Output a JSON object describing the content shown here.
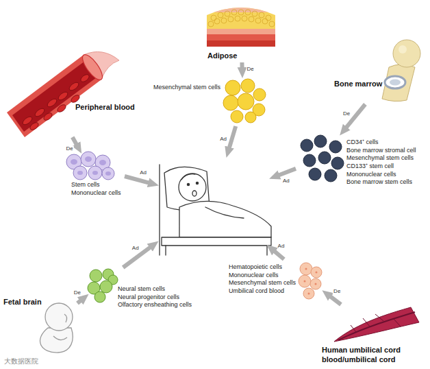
{
  "diagram": {
    "nodes": [
      {
        "text": [
          "Adipose"
        ]
      },
      {
        "text": [
          "Peripheral blood"
        ]
      },
      {
        "text": [
          "Bone marrow"
        ]
      },
      {
        "text": [
          "Mesenchymal stem cells"
        ]
      },
      {
        "text": [
          "Stem cells",
          "Mononuclear cells"
        ]
      },
      {
        "text": [
          "CD34⁺ cells",
          "Bone marrow stromal cell",
          "Mesenchymal stem cells",
          "CD133⁺ stem cell",
          "Mononuclear cells",
          "Bone marrow stem cells"
        ]
      },
      {
        "text": []
      },
      {
        "text": [
          "Neural stem cells",
          "Neural progenitor cells",
          "Olfactory ensheathing cells"
        ]
      },
      {
        "text": [
          "Hematopoietic cells",
          "Mononuclear cells",
          "Mesenchymal stem cells",
          "Umbilical cord blood"
        ]
      },
      {
        "text": [
          "Fetal brain"
        ]
      },
      {
        "text": [
          "Human umbilical cord blood/umbilical cord"
        ]
      }
    ],
    "edges": [
      {
        "from": 0,
        "to": 3,
        "label": "De",
        "arrow": "to"
      },
      {
        "from": 1,
        "to": 4,
        "label": "De",
        "arrow": "to"
      },
      {
        "from": 2,
        "to": 5,
        "label": "De",
        "arrow": "to"
      },
      {
        "from": 9,
        "to": 7,
        "label": "De",
        "arrow": "to"
      },
      {
        "from": 10,
        "to": 8,
        "label": "De",
        "arrow": "to"
      },
      {
        "from": 3,
        "to": 6,
        "label": "Ad",
        "arrow": "to"
      },
      {
        "from": 4,
        "to": 6,
        "label": "Ad",
        "arrow": "to"
      },
      {
        "from": 5,
        "to": 6,
        "label": "Ad",
        "arrow": "to"
      },
      {
        "from": 7,
        "to": 6,
        "label": "Ad",
        "arrow": "to"
      },
      {
        "from": 8,
        "to": 6,
        "label": "Ad",
        "arrow": "to"
      }
    ],
    "labels": [
      "大数据医院"
    ]
  }
}
